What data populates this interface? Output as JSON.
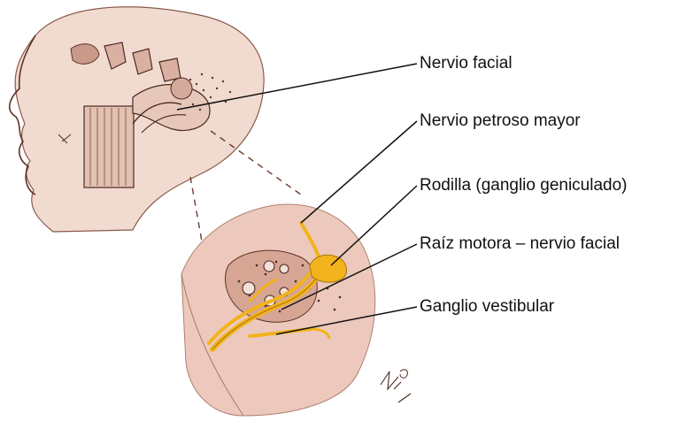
{
  "labels": [
    {
      "id": "facial",
      "text": "Nervio facial"
    },
    {
      "id": "petroso",
      "text": "Nervio petroso mayor"
    },
    {
      "id": "rodilla",
      "text": "Rodilla (ganglio geniculado)"
    },
    {
      "id": "raiz",
      "text": "Raíz motora – nervio facial"
    },
    {
      "id": "vestibular",
      "text": "Ganglio vestibular"
    }
  ],
  "colors": {
    "nerve": "#f2b31c",
    "nerve_outline": "#a9740a",
    "skin": "#e9c6b9",
    "sketch": "#6b3a2c",
    "leader": "#111111"
  }
}
